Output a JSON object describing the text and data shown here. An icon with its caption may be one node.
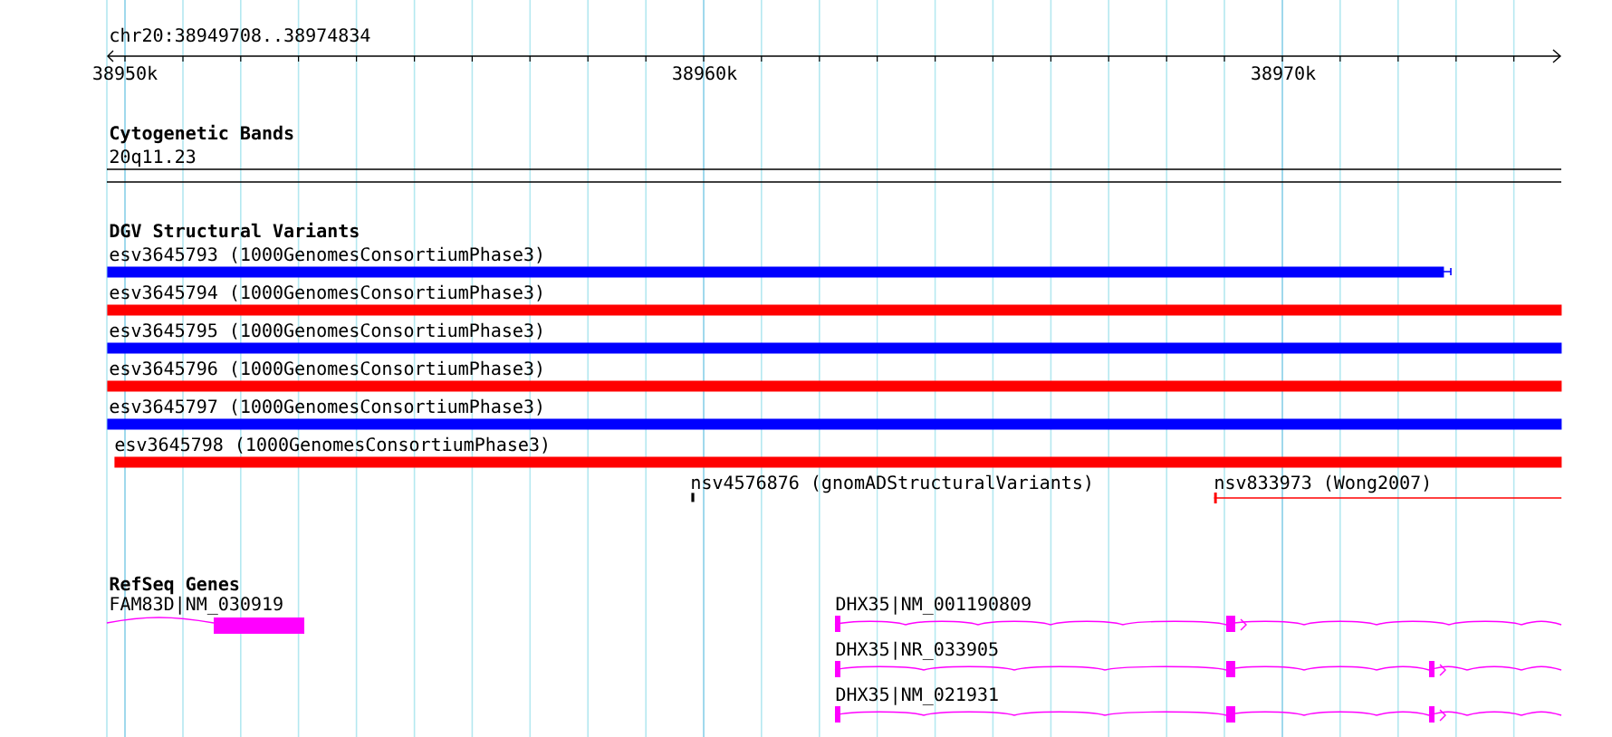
{
  "diagram": {
    "nodes": [
      {
        "text": [
          "esv3645793 (1000GenomesConsortiumPhase3)"
        ]
      },
      {
        "text": [
          "esv3645794 (1000GenomesConsortiumPhase3)"
        ]
      },
      {
        "text": [
          "esv3645795 (1000GenomesConsortiumPhase3)"
        ]
      },
      {
        "text": [
          "esv3645796 (1000GenomesConsortiumPhase3)"
        ]
      },
      {
        "text": [
          "esv3645797 (1000GenomesConsortiumPhase3)"
        ]
      },
      {
        "text": [
          "esv3645798 (1000GenomesConsortiumPhase3)"
        ]
      },
      {
        "text": [
          "nsv4576876 (gnomADStructuralVariants)"
        ]
      },
      {
        "text": [
          "nsv833973 (Wong2007)"
        ]
      },
      {
        "text": [
          "FAM83D|NM_030919"
        ]
      },
      {
        "text": [
          "DHX35|NM_001190809"
        ]
      },
      {
        "text": [
          "DHX35|NR_033905"
        ]
      },
      {
        "text": [
          "DHX35|NM_021931"
        ]
      }
    ],
    "labels": [
      "chr20:38949708..38974834",
      "38950k",
      "38960k",
      "38970k",
      "Cytogenetic Bands",
      "20q11.23",
      "DGV Structural Variants",
      "RefSeq Genes"
    ]
  }
}
